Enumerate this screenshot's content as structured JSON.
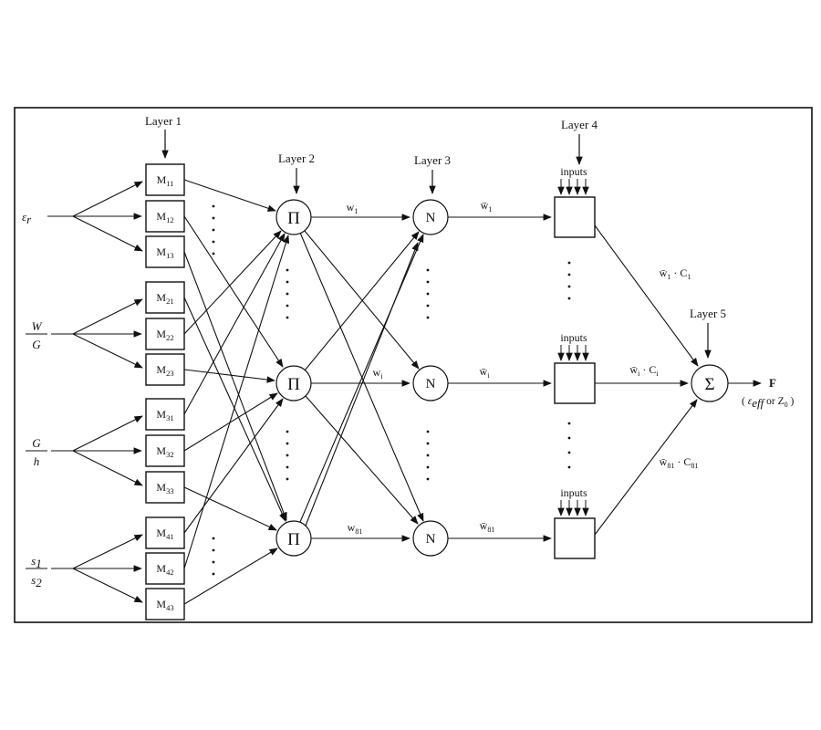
{
  "colors": {
    "ink": "#111111",
    "background": "#ffffff"
  },
  "layers": {
    "l1": "Layer 1",
    "l2": "Layer 2",
    "l3": "Layer 3",
    "l4": "Layer 4",
    "l5": "Layer 5"
  },
  "inputs": {
    "in1": {
      "base": "ε",
      "sub": "r"
    },
    "in2": {
      "num": "W",
      "den": "G"
    },
    "in3": {
      "num": "G",
      "den": "h"
    },
    "in4": {
      "num": "s",
      "num_sub": "1",
      "den": "s",
      "den_sub": "2"
    }
  },
  "m_boxes": [
    {
      "base": "M",
      "sub": "11"
    },
    {
      "base": "M",
      "sub": "12"
    },
    {
      "base": "M",
      "sub": "13"
    },
    {
      "base": "M",
      "sub": "21"
    },
    {
      "base": "M",
      "sub": "22"
    },
    {
      "base": "M",
      "sub": "23"
    },
    {
      "base": "M",
      "sub": "31"
    },
    {
      "base": "M",
      "sub": "32"
    },
    {
      "base": "M",
      "sub": "33"
    },
    {
      "base": "M",
      "sub": "41"
    },
    {
      "base": "M",
      "sub": "42"
    },
    {
      "base": "M",
      "sub": "43"
    }
  ],
  "nodes": {
    "pi": "Π",
    "n": "N",
    "sigma": "Σ"
  },
  "inputs_label": "inputs",
  "wires": {
    "w1": {
      "base": "w",
      "sub": "1"
    },
    "wi": {
      "base": "w",
      "sub": "i"
    },
    "w81": {
      "base": "w",
      "sub": "81"
    },
    "wb1": {
      "base": "w̄",
      "sub": "1"
    },
    "wbi": {
      "base": "w̄",
      "sub": "i"
    },
    "wb81": {
      "base": "w̄",
      "sub": "81"
    },
    "wc1": {
      "a": "w̄",
      "a_sub": "1",
      "dot": " · ",
      "b": "C",
      "b_sub": "1"
    },
    "wci": {
      "a": "w̄",
      "a_sub": "i",
      "dot": " · ",
      "b": "C",
      "b_sub": "i"
    },
    "wc81": {
      "a": "w̄",
      "a_sub": "81",
      "dot": " · ",
      "b": "C",
      "b_sub": "81"
    }
  },
  "output": {
    "f": "F",
    "open": "( ",
    "eps": "ε",
    "eps_sub": "eff",
    "or": " or ",
    "z": "Z",
    "z_sub": "0",
    "close": " )"
  }
}
